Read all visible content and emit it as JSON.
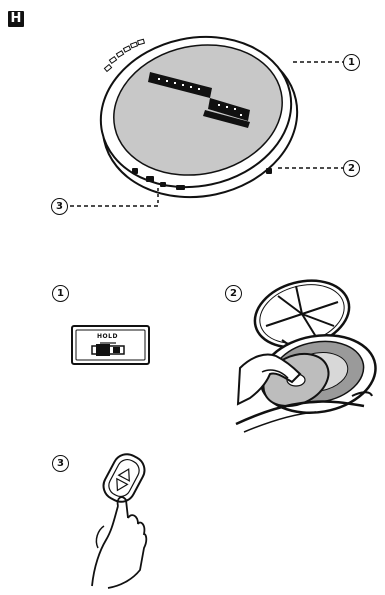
{
  "section_label": "H",
  "callouts": {
    "top_1": "1",
    "top_2": "2",
    "top_3": "3",
    "step_1": "1",
    "step_2": "2",
    "step_3": "3"
  },
  "hold_switch_label": "HOLD",
  "colors": {
    "ink": "#111111",
    "disc": "#c8c8c8",
    "paper": "#ffffff"
  },
  "icons": [
    "cd-player-illustration",
    "hold-switch-illustration",
    "open-lid-insert-disc-illustration",
    "remote-control-in-hand-illustration"
  ]
}
